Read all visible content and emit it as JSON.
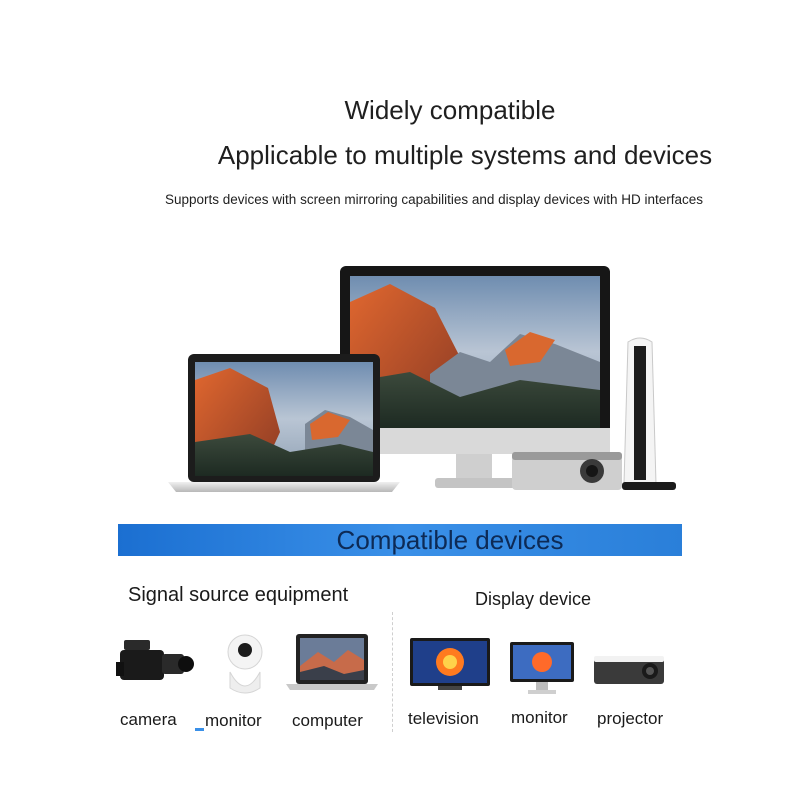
{
  "header": {
    "line1": "Widely compatible",
    "line2": "Applicable to multiple systems and devices",
    "subtitle": "Supports devices with screen mirroring capabilities and display devices with HD interfaces"
  },
  "banner": {
    "label": "Compatible devices",
    "color": "#2a7fd9"
  },
  "sections": {
    "source_title": "Signal source equipment",
    "display_title": "Display device"
  },
  "source_devices": [
    {
      "label": "camera",
      "icon": "video-camera-icon"
    },
    {
      "label": "monitor",
      "icon": "security-camera-icon"
    },
    {
      "label": "computer",
      "icon": "laptop-icon"
    }
  ],
  "display_devices": [
    {
      "label": "television",
      "icon": "television-icon"
    },
    {
      "label": "monitor",
      "icon": "desktop-monitor-icon"
    },
    {
      "label": "projector",
      "icon": "projector-icon"
    }
  ]
}
